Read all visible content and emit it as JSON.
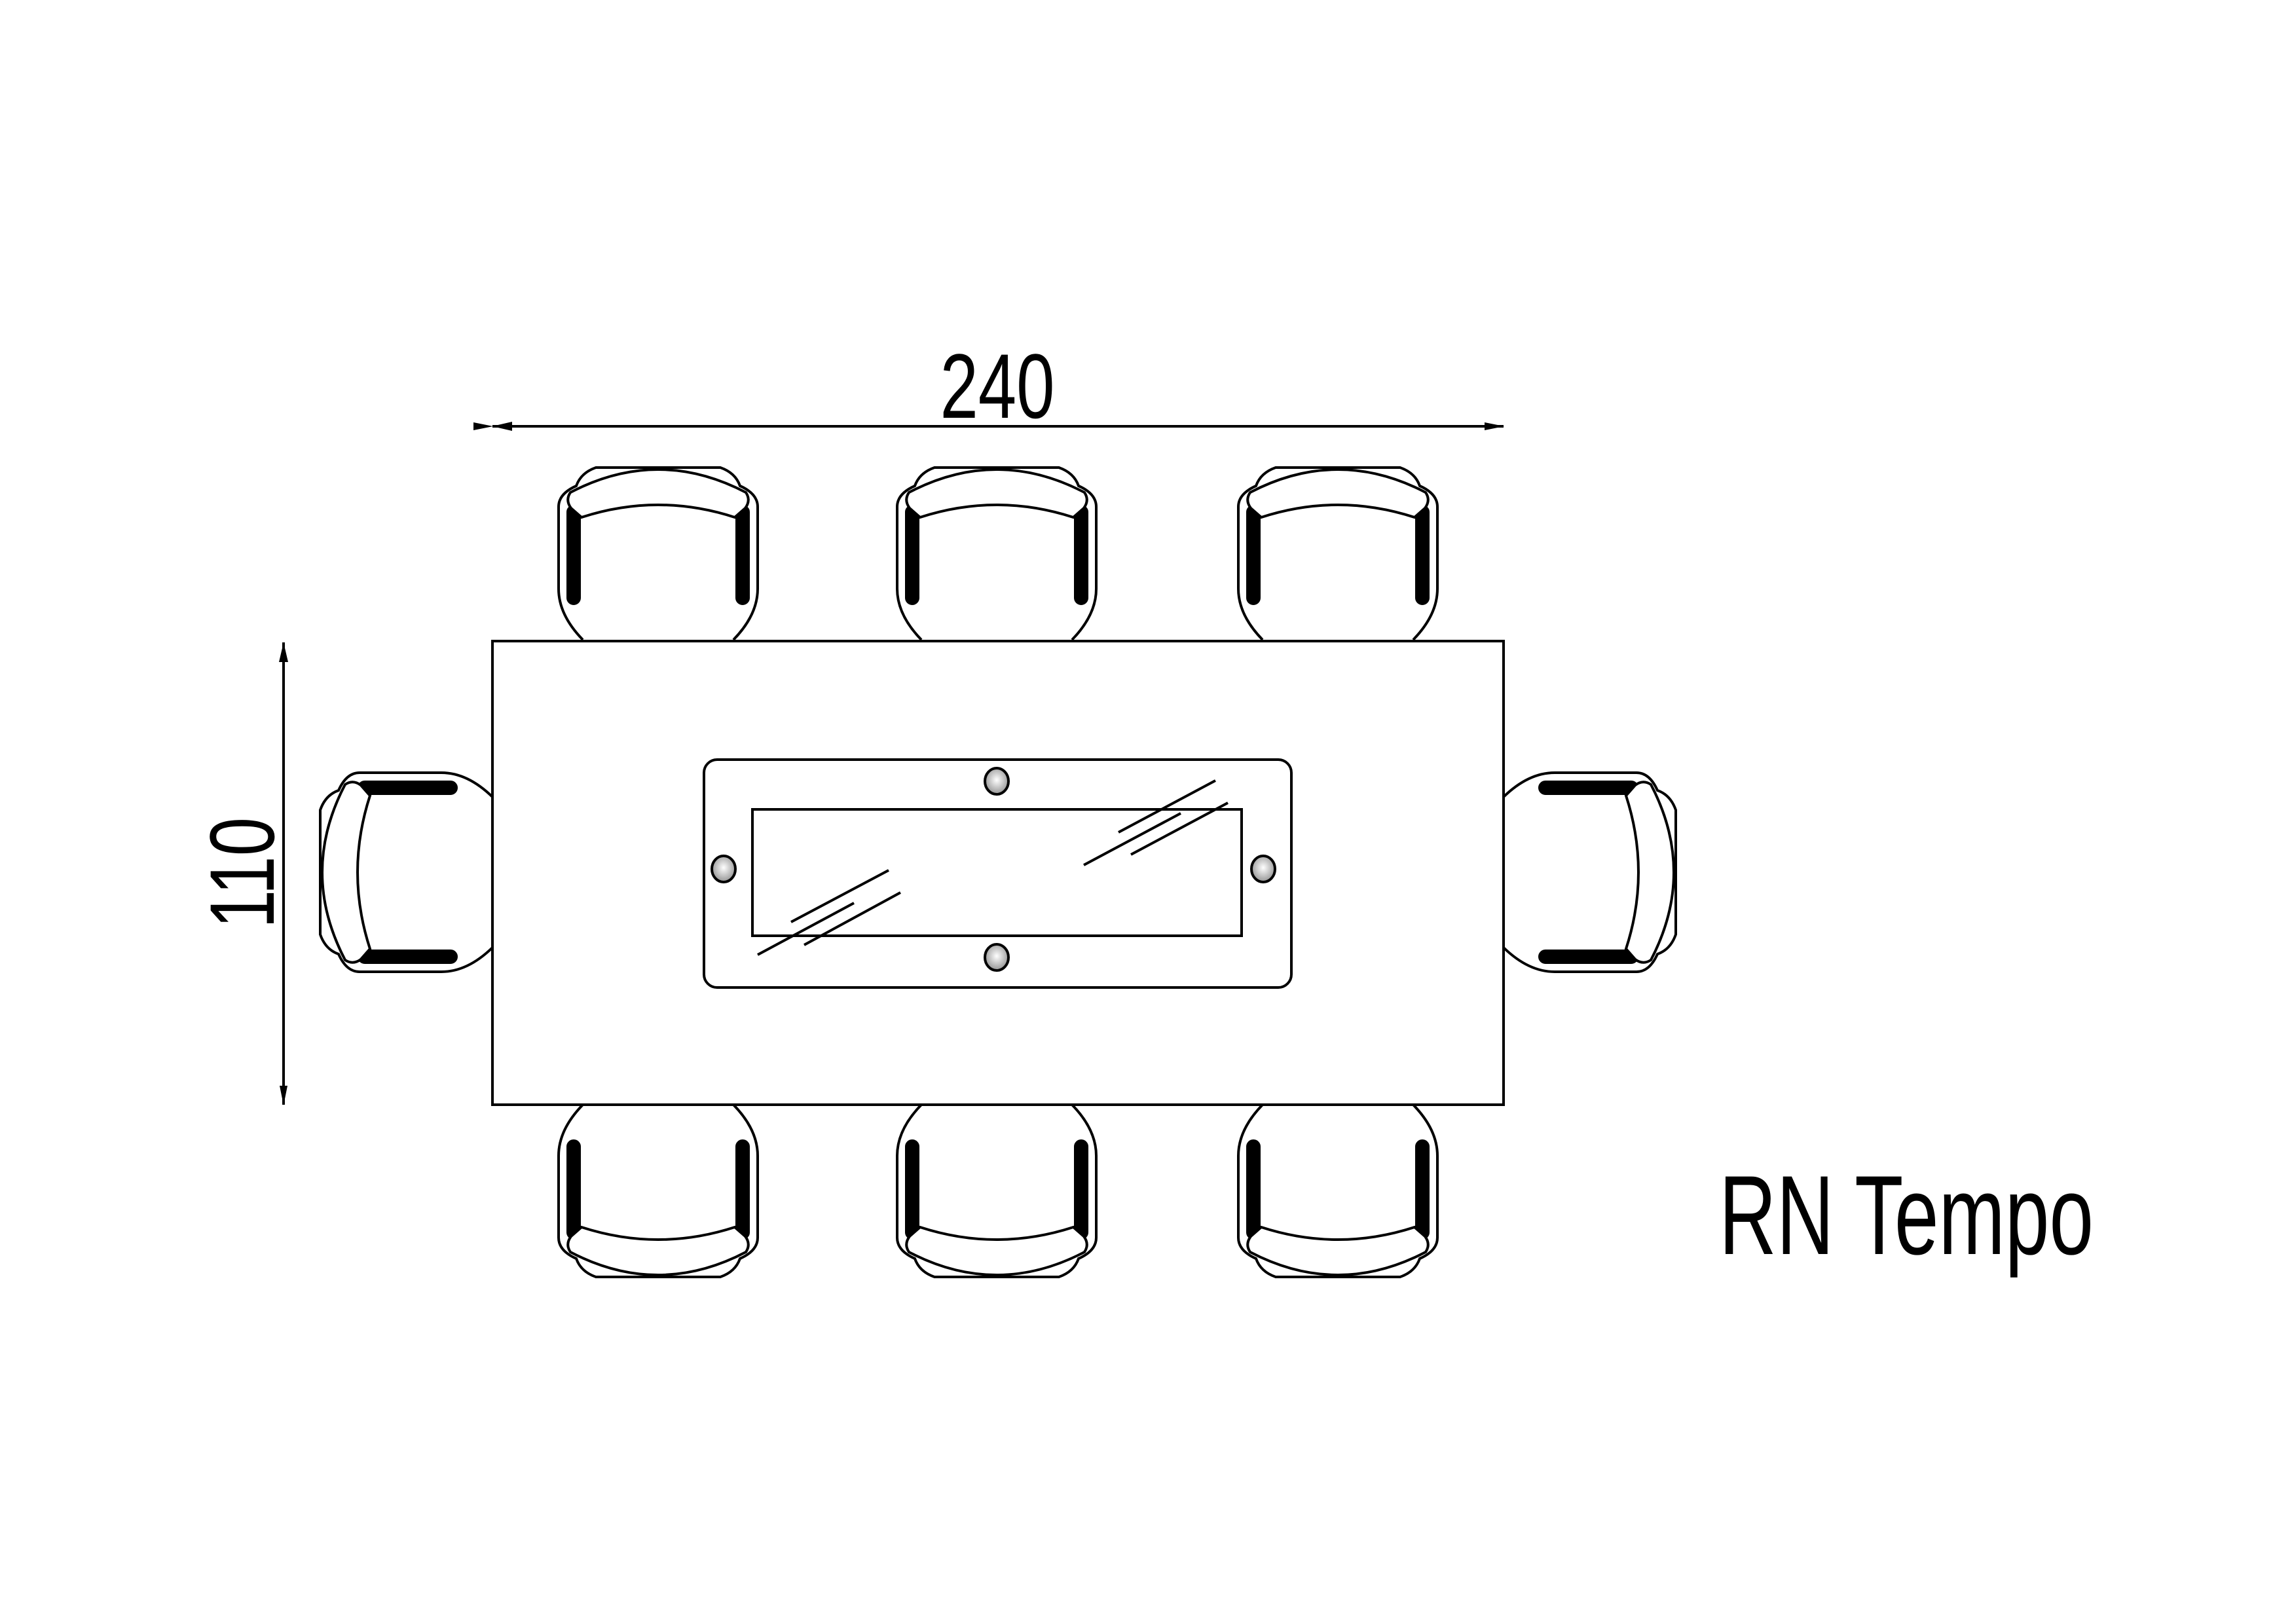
{
  "drawing": {
    "title": "RN Tempo",
    "dimensions": {
      "length": "240",
      "width": "110"
    },
    "seats": 8,
    "colors": {
      "line": "#000000",
      "background": "#ffffff",
      "bolt_fill": "#9a9a9a"
    }
  }
}
